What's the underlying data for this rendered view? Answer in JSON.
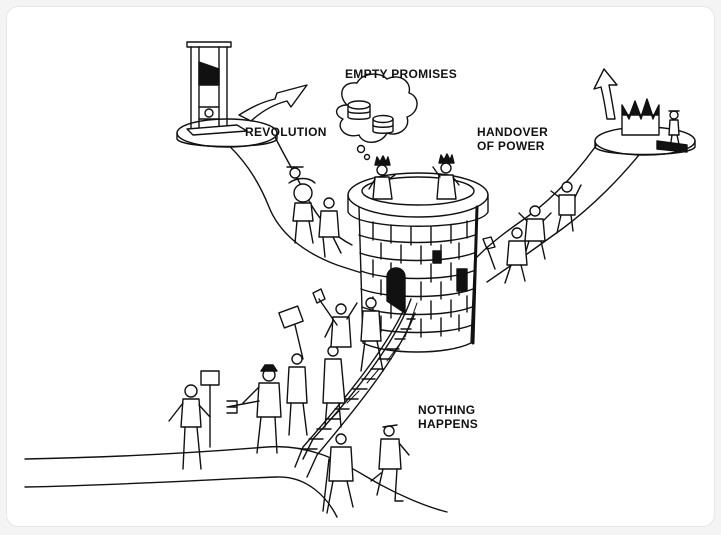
{
  "labels": {
    "empty_promises": "EMPTY PROMISES",
    "revolution": "REVOLUTION",
    "handover_line1": "HANDOVER",
    "handover_line2": "OF POWER",
    "nothing_line1": "NOTHING",
    "nothing_line2": "HAPPENS"
  },
  "colors": {
    "ink": "#111111",
    "paper": "#ffffff",
    "background": "#f4f4f4"
  },
  "icons": [
    "guillotine-icon",
    "arrow-icon",
    "coins-icon",
    "crown-icon",
    "tower-icon",
    "sign-icon",
    "pitchfork-icon"
  ]
}
